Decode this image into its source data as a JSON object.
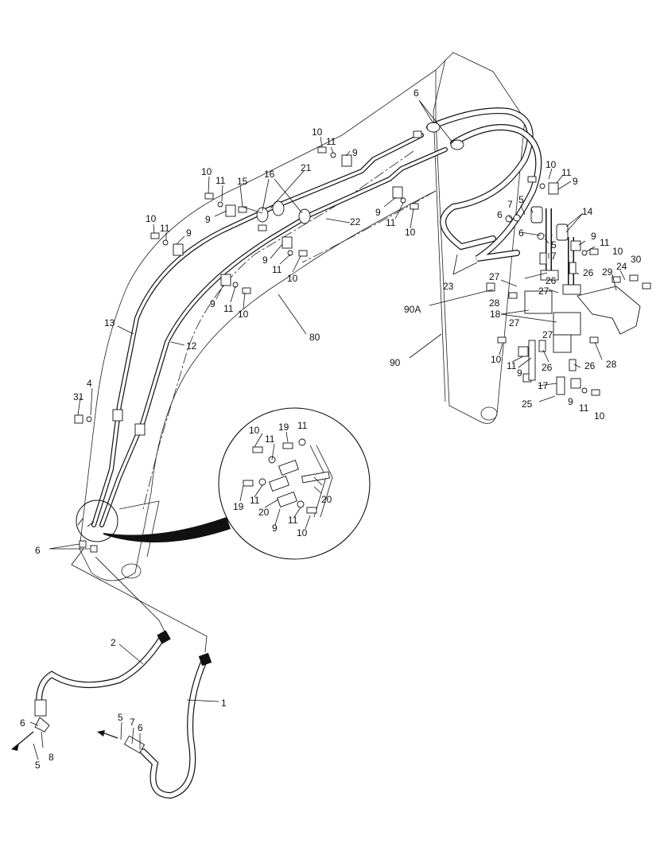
{
  "labels": [
    {
      "id": "l6a",
      "text": "6"
    },
    {
      "id": "l10a",
      "text": "10"
    },
    {
      "id": "l11a",
      "text": "11"
    },
    {
      "id": "l9a",
      "text": "9"
    },
    {
      "id": "l21",
      "text": "21"
    },
    {
      "id": "l10b",
      "text": "10"
    },
    {
      "id": "l11b",
      "text": "11"
    },
    {
      "id": "l15",
      "text": "15"
    },
    {
      "id": "l16",
      "text": "16"
    },
    {
      "id": "l9b",
      "text": "9"
    },
    {
      "id": "l22",
      "text": "22"
    },
    {
      "id": "l10c",
      "text": "10"
    },
    {
      "id": "l11c",
      "text": "11"
    },
    {
      "id": "l9c",
      "text": "9"
    },
    {
      "id": "l9d",
      "text": "9"
    },
    {
      "id": "l11d",
      "text": "11"
    },
    {
      "id": "l10d",
      "text": "10"
    },
    {
      "id": "l9e",
      "text": "9"
    },
    {
      "id": "l11e",
      "text": "11"
    },
    {
      "id": "l10e",
      "text": "10"
    },
    {
      "id": "l9f",
      "text": "9"
    },
    {
      "id": "l11f",
      "text": "11"
    },
    {
      "id": "l10f",
      "text": "10"
    },
    {
      "id": "l10g",
      "text": "10"
    },
    {
      "id": "l11g",
      "text": "11"
    },
    {
      "id": "l9g",
      "text": "9"
    },
    {
      "id": "l5a",
      "text": "5"
    },
    {
      "id": "l6b",
      "text": "6"
    },
    {
      "id": "l7a",
      "text": "7"
    },
    {
      "id": "l14",
      "text": "14"
    },
    {
      "id": "l6c",
      "text": "6"
    },
    {
      "id": "l5b",
      "text": "5"
    },
    {
      "id": "l7b",
      "text": "7"
    },
    {
      "id": "l9h",
      "text": "9"
    },
    {
      "id": "l11h",
      "text": "11"
    },
    {
      "id": "l10h",
      "text": "10"
    },
    {
      "id": "l26a",
      "text": "26"
    },
    {
      "id": "l26b",
      "text": "26"
    },
    {
      "id": "l27a",
      "text": "27"
    },
    {
      "id": "l27b",
      "text": "27"
    },
    {
      "id": "l23",
      "text": "23"
    },
    {
      "id": "l24",
      "text": "24"
    },
    {
      "id": "l29",
      "text": "29"
    },
    {
      "id": "l30",
      "text": "30"
    },
    {
      "id": "l28a",
      "text": "28"
    },
    {
      "id": "l90a",
      "text": "90A"
    },
    {
      "id": "l18",
      "text": "18"
    },
    {
      "id": "l27c",
      "text": "27"
    },
    {
      "id": "l27d",
      "text": "27"
    },
    {
      "id": "l13",
      "text": "13"
    },
    {
      "id": "l12",
      "text": "12"
    },
    {
      "id": "l80",
      "text": "80"
    },
    {
      "id": "l90",
      "text": "90"
    },
    {
      "id": "l10i",
      "text": "10"
    },
    {
      "id": "l11i",
      "text": "11"
    },
    {
      "id": "l9i",
      "text": "9"
    },
    {
      "id": "l26c",
      "text": "26"
    },
    {
      "id": "l26d",
      "text": "26"
    },
    {
      "id": "l28b",
      "text": "28"
    },
    {
      "id": "l17",
      "text": "17"
    },
    {
      "id": "l25",
      "text": "25"
    },
    {
      "id": "l9j",
      "text": "9"
    },
    {
      "id": "l11j",
      "text": "11"
    },
    {
      "id": "l10j",
      "text": "10"
    },
    {
      "id": "l4",
      "text": "4"
    },
    {
      "id": "l31",
      "text": "31"
    },
    {
      "id": "l10k",
      "text": "10"
    },
    {
      "id": "l19a",
      "text": "19"
    },
    {
      "id": "l11k",
      "text": "11"
    },
    {
      "id": "l11l",
      "text": "11"
    },
    {
      "id": "l19b",
      "text": "19"
    },
    {
      "id": "l11m",
      "text": "11"
    },
    {
      "id": "l20a",
      "text": "20"
    },
    {
      "id": "l20b",
      "text": "20"
    },
    {
      "id": "l9k",
      "text": "9"
    },
    {
      "id": "l11n",
      "text": "11"
    },
    {
      "id": "l10l",
      "text": "10"
    },
    {
      "id": "l6d",
      "text": "6"
    },
    {
      "id": "l2",
      "text": "2"
    },
    {
      "id": "l1",
      "text": "1"
    },
    {
      "id": "l6e",
      "text": "6"
    },
    {
      "id": "l5c",
      "text": "5"
    },
    {
      "id": "l8",
      "text": "8"
    },
    {
      "id": "l5d",
      "text": "5"
    },
    {
      "id": "l7c",
      "text": "7"
    },
    {
      "id": "l6f",
      "text": "6"
    }
  ]
}
